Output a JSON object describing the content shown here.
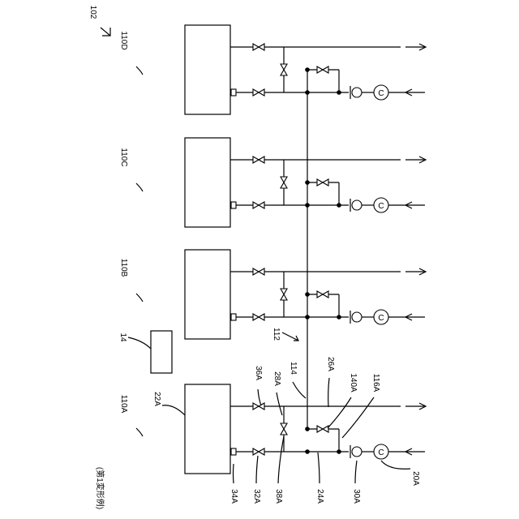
{
  "figure": {
    "caption": "(第1変形例)",
    "system_ref": "102",
    "pump_symbol": "C"
  },
  "modules": [
    {
      "id": "110D",
      "label": "110D"
    },
    {
      "id": "110C",
      "label": "110C"
    },
    {
      "id": "110B",
      "label": "110B"
    },
    {
      "id": "110A",
      "label": "110A"
    }
  ],
  "controller": {
    "label": "14"
  },
  "bus": {
    "label": "112"
  },
  "refs": {
    "r22A": "22A",
    "r36A": "36A",
    "r28A": "28A",
    "r114": "114",
    "r26A": "26A",
    "r140A": "140A",
    "r116A": "116A",
    "r34A": "34A",
    "r32A": "32A",
    "r38A": "38A",
    "r24A": "24A",
    "r30A": "30A",
    "r20A": "20A"
  }
}
